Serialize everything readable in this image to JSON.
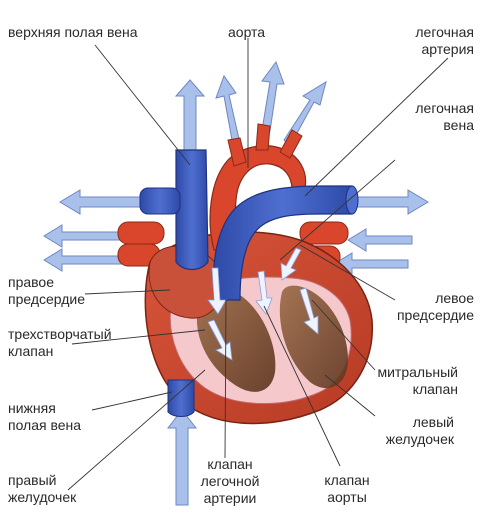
{
  "labels": {
    "superior_vena_cava": "верхняя полая вена",
    "aorta": "аорта",
    "pulmonary_artery_1": "легочная",
    "pulmonary_artery_2": "артерия",
    "pulmonary_vein_1": "легочная",
    "pulmonary_vein_2": "вена",
    "right_atrium_1": "правое",
    "right_atrium_2": "предсердие",
    "tricuspid_valve_1": "трехстворчатый",
    "tricuspid_valve_2": "клапан",
    "inferior_vena_cava_1": "нижняя",
    "inferior_vena_cava_2": "полая вена",
    "right_ventricle_1": "правый",
    "right_ventricle_2": "желудочек",
    "pulmonary_valve_1": "клапан",
    "pulmonary_valve_2": "легочной",
    "pulmonary_valve_3": "артерии",
    "aortic_valve_1": "клапан",
    "aortic_valve_2": "аорты",
    "left_atrium_1": "левое",
    "left_atrium_2": "предсердие",
    "mitral_valve_1": "митральный",
    "mitral_valve_2": "клапан",
    "left_ventricle_1": "левый",
    "left_ventricle_2": "желудочек"
  },
  "colors": {
    "oxygenated": "#d9462b",
    "deoxygenated": "#3a57b5",
    "arrow_fill": "#a9c1ea",
    "arrow_stroke": "#6e86c2",
    "myocardium": "#c7452d",
    "chamber_lining": "#f5c8cc",
    "muscle_dark": "#7a4a2e",
    "leader_line": "#333333"
  }
}
